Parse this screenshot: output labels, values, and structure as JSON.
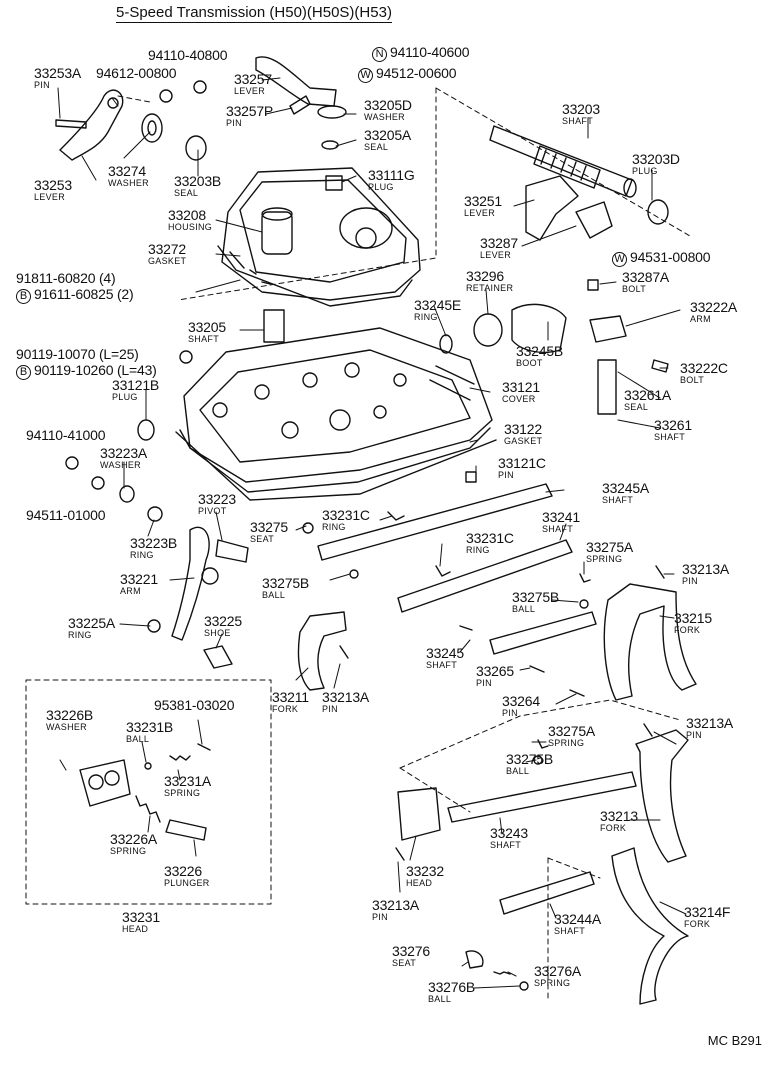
{
  "title": "5-Speed Transmission (H50)(H50S)(H53)",
  "ref_code": "MC B291",
  "labels": [
    {
      "n": "94110-40800"
    },
    {
      "n": "33253A",
      "s": "PIN"
    },
    {
      "n": "94612-00800"
    },
    {
      "n": "33257",
      "s": "LEVER"
    },
    {
      "n": "94110-40600",
      "p": "N"
    },
    {
      "n": "94512-00600",
      "p": "W"
    },
    {
      "n": "33257P",
      "s": "PIN"
    },
    {
      "n": "33205D",
      "s": "WASHER"
    },
    {
      "n": "33205A",
      "s": "SEAL"
    },
    {
      "n": "33203",
      "s": "SHAFT"
    },
    {
      "n": "33274",
      "s": "WASHER"
    },
    {
      "n": "33253",
      "s": "LEVER"
    },
    {
      "n": "33203B",
      "s": "SEAL"
    },
    {
      "n": "33111G",
      "s": "PLUG"
    },
    {
      "n": "33203D",
      "s": "PLUG"
    },
    {
      "n": "33208",
      "s": "HOUSING"
    },
    {
      "n": "33251",
      "s": "LEVER"
    },
    {
      "n": "33272",
      "s": "GASKET"
    },
    {
      "n": "33287",
      "s": "LEVER"
    },
    {
      "n": "94531-00800",
      "p": "W"
    },
    {
      "n": "91811-60820 (4)"
    },
    {
      "n": "91611-60825 (2)",
      "p": "B"
    },
    {
      "n": "33296",
      "s": "RETAINER"
    },
    {
      "n": "33287A",
      "s": "BOLT"
    },
    {
      "n": "33245E",
      "s": "RING"
    },
    {
      "n": "33222A",
      "s": "ARM"
    },
    {
      "n": "33205",
      "s": "SHAFT"
    },
    {
      "n": "90119-10070 (L=25)"
    },
    {
      "n": "90119-10260 (L=43)",
      "p": "B"
    },
    {
      "n": "33245B",
      "s": "BOOT"
    },
    {
      "n": "33222C",
      "s": "BOLT"
    },
    {
      "n": "33121B",
      "s": "PLUG"
    },
    {
      "n": "33121",
      "s": "COVER"
    },
    {
      "n": "33261A",
      "s": "SEAL"
    },
    {
      "n": "33261",
      "s": "SHAFT"
    },
    {
      "n": "94110-41000"
    },
    {
      "n": "33122",
      "s": "GASKET"
    },
    {
      "n": "33223A",
      "s": "WASHER"
    },
    {
      "n": "33121C",
      "s": "PIN"
    },
    {
      "n": "94511-01000"
    },
    {
      "n": "33245A",
      "s": "SHAFT"
    },
    {
      "n": "33223",
      "s": "PIVOT"
    },
    {
      "n": "33275",
      "s": "SEAT"
    },
    {
      "n": "33231C",
      "s": "RING"
    },
    {
      "n": "33241",
      "s": "SHAFT"
    },
    {
      "n": "33223B",
      "s": "RING"
    },
    {
      "n": "33231C",
      "s": "RING"
    },
    {
      "n": "33275A",
      "s": "SPRING"
    },
    {
      "n": "33221",
      "s": "ARM"
    },
    {
      "n": "33275B",
      "s": "BALL"
    },
    {
      "n": "33213A",
      "s": "PIN"
    },
    {
      "n": "33275B",
      "s": "BALL"
    },
    {
      "n": "33215",
      "s": "FORK"
    },
    {
      "n": "33225A",
      "s": "RING"
    },
    {
      "n": "33225",
      "s": "SHOE"
    },
    {
      "n": "33245",
      "s": "SHAFT"
    },
    {
      "n": "33265",
      "s": "PIN"
    },
    {
      "n": "33211",
      "s": "FORK"
    },
    {
      "n": "33213A",
      "s": "PIN"
    },
    {
      "n": "33264",
      "s": "PIN"
    },
    {
      "n": "33226B",
      "s": "WASHER"
    },
    {
      "n": "95381-03020"
    },
    {
      "n": "33231B",
      "s": "BALL"
    },
    {
      "n": "33213A",
      "s": "PIN"
    },
    {
      "n": "33275A",
      "s": "SPRING"
    },
    {
      "n": "33275B",
      "s": "BALL"
    },
    {
      "n": "33231A",
      "s": "SPRING"
    },
    {
      "n": "33226A",
      "s": "SPRING"
    },
    {
      "n": "33213",
      "s": "FORK"
    },
    {
      "n": "33243",
      "s": "SHAFT"
    },
    {
      "n": "33226",
      "s": "PLUNGER"
    },
    {
      "n": "33232",
      "s": "HEAD"
    },
    {
      "n": "33213A",
      "s": "PIN"
    },
    {
      "n": "33231",
      "s": "HEAD"
    },
    {
      "n": "33214F",
      "s": "FORK"
    },
    {
      "n": "33244A",
      "s": "SHAFT"
    },
    {
      "n": "33276",
      "s": "SEAT"
    },
    {
      "n": "33276A",
      "s": "SPRING"
    },
    {
      "n": "33276B",
      "s": "BALL"
    }
  ]
}
